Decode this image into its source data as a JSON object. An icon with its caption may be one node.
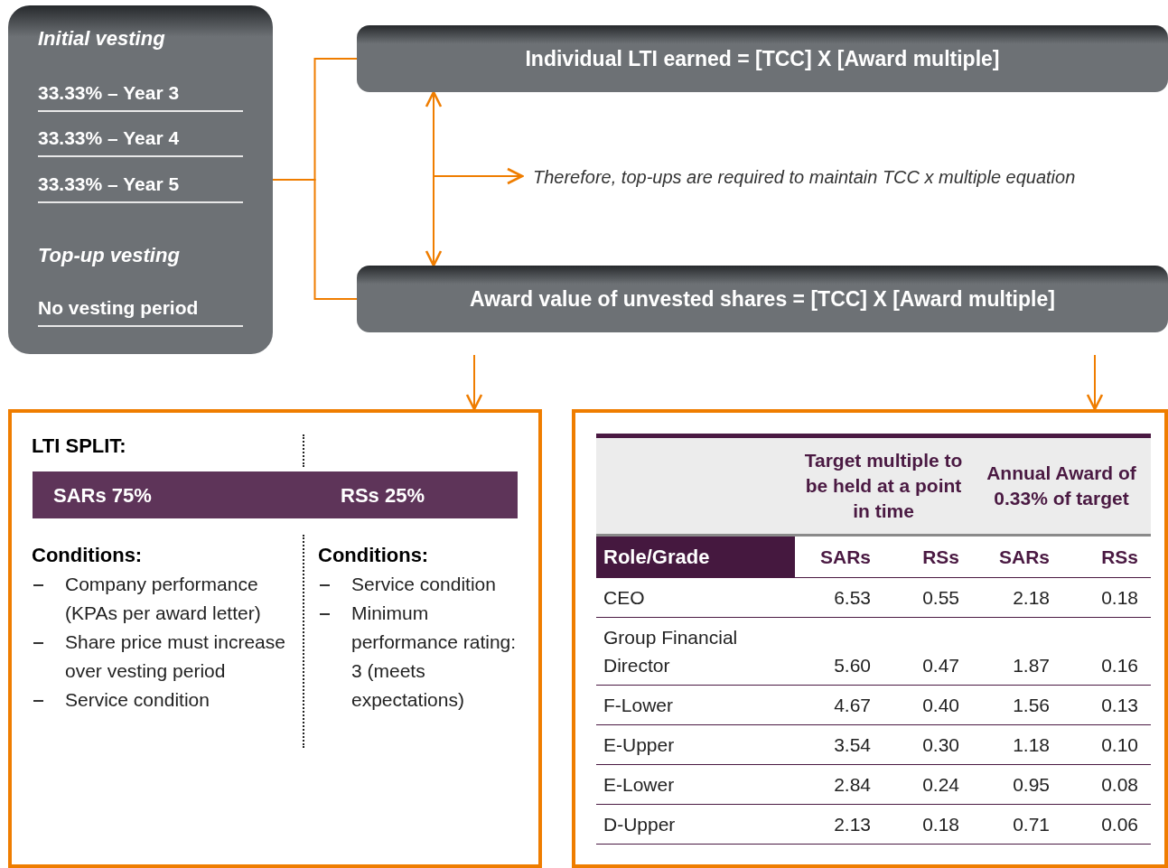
{
  "diagram": {
    "nodes": [
      {
        "text": [
          "Initial vesting",
          "33.33% – Year 3",
          "33.33% – Year 4",
          "33.33% – Year 5",
          "Top-up vesting",
          "No vesting period"
        ]
      },
      {
        "text": [
          "Individual LTI earned = [TCC] X [Award multiple]"
        ]
      },
      {
        "text": [
          "Award value of unvested shares = [TCC] X [Award multiple]"
        ]
      },
      {
        "text": [
          "Therefore, top-ups are required to maintain TCC x multiple equation"
        ]
      },
      {
        "text": [
          "LTI SPLIT:",
          "Conditions:",
          "Company performance (KPAs per award letter)",
          "Share price must increase over vesting period",
          "Service condition",
          "Conditions:",
          "Service condition",
          "Minimum performance rating: 3 (meets expectations)"
        ]
      },
      {
        "text": [
          "SARs 75%",
          "RSs 25%"
        ],
        "in": 4
      },
      {
        "text": [],
        "shape": "box"
      }
    ],
    "edges": [
      {
        "from": 0,
        "to": 1,
        "arrow": "none"
      },
      {
        "from": 0,
        "to": 2,
        "arrow": "none"
      },
      {
        "from": 1,
        "to": 2,
        "arrow": "both"
      },
      {
        "from": null,
        "to": 3,
        "arrow": "to"
      },
      {
        "from": null,
        "to": 4,
        "arrow": "to"
      },
      {
        "from": null,
        "to": 6,
        "arrow": "to"
      }
    ],
    "labels": [
      "Target multiple to be held at a point in time",
      "Annual Award of 0.33% of target",
      "Role/Grade",
      "SARs",
      "RSs",
      "SARs",
      "RSs",
      "CEO",
      "6.53",
      "0.55",
      "2.18",
      "0.18",
      "Group Financial Director",
      "5.60",
      "0.47",
      "1.87",
      "0.16",
      "F-Lower",
      "4.67",
      "0.40",
      "1.56",
      "0.13",
      "E-Upper",
      "3.54",
      "0.30",
      "1.18",
      "0.10",
      "E-Lower",
      "2.84",
      "0.24",
      "0.95",
      "0.08",
      "D-Upper",
      "2.13",
      "0.18",
      "0.71",
      "0.06"
    ]
  }
}
